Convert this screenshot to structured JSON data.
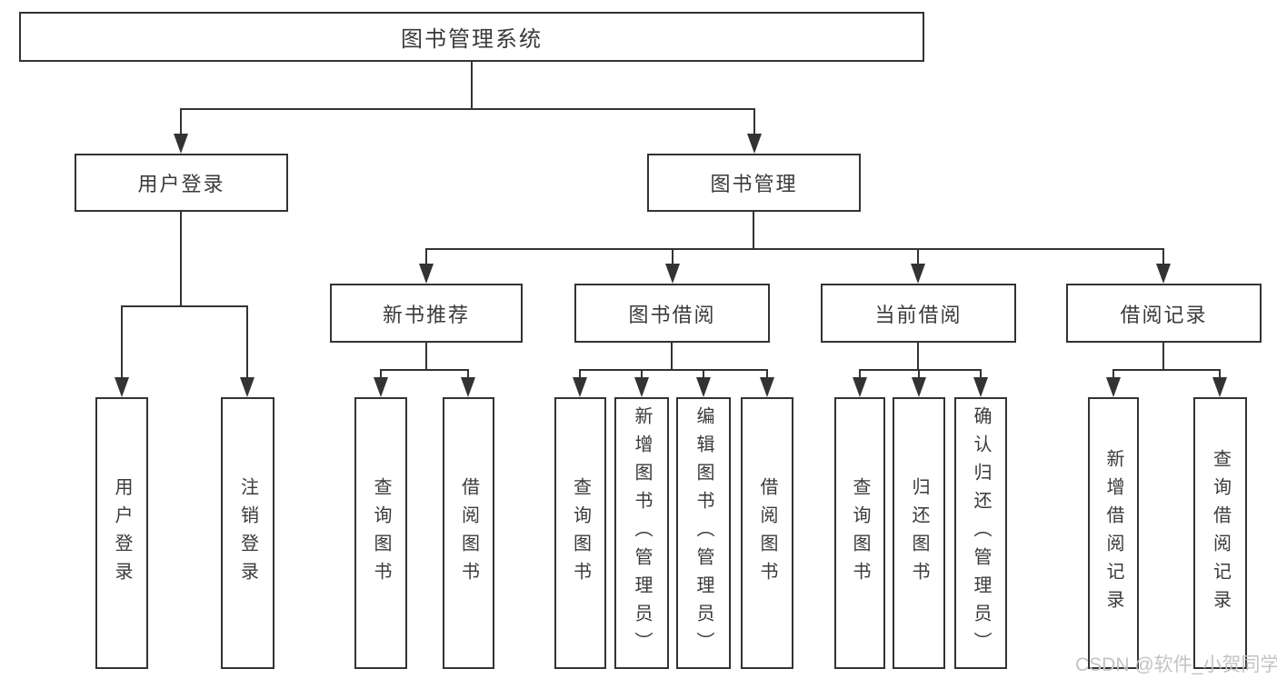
{
  "diagram_title": "图书管理系统",
  "tree": {
    "label": "图书管理系统",
    "children": [
      {
        "label": "用户登录",
        "children": [
          {
            "label": "用户登录"
          },
          {
            "label": "注销登录"
          }
        ]
      },
      {
        "label": "图书管理",
        "children": [
          {
            "label": "新书推荐",
            "children": [
              {
                "label": "查询图书"
              },
              {
                "label": "借阅图书"
              }
            ]
          },
          {
            "label": "图书借阅",
            "children": [
              {
                "label": "查询图书"
              },
              {
                "label": "新增图书（管理员）"
              },
              {
                "label": "编辑图书（管理员）"
              },
              {
                "label": "借阅图书"
              }
            ]
          },
          {
            "label": "当前借阅",
            "children": [
              {
                "label": "查询图书"
              },
              {
                "label": "归还图书"
              },
              {
                "label": "确认归还（管理员）"
              }
            ]
          },
          {
            "label": "借阅记录",
            "children": [
              {
                "label": "新增借阅记录"
              },
              {
                "label": "查询借阅记录"
              }
            ]
          }
        ]
      }
    ]
  },
  "watermark": "CSDN @软件_小贺同学",
  "colors": {
    "line": "#333333",
    "text": "#3a3a3a",
    "watermark": "#c3c3c3",
    "background": "#ffffff"
  }
}
